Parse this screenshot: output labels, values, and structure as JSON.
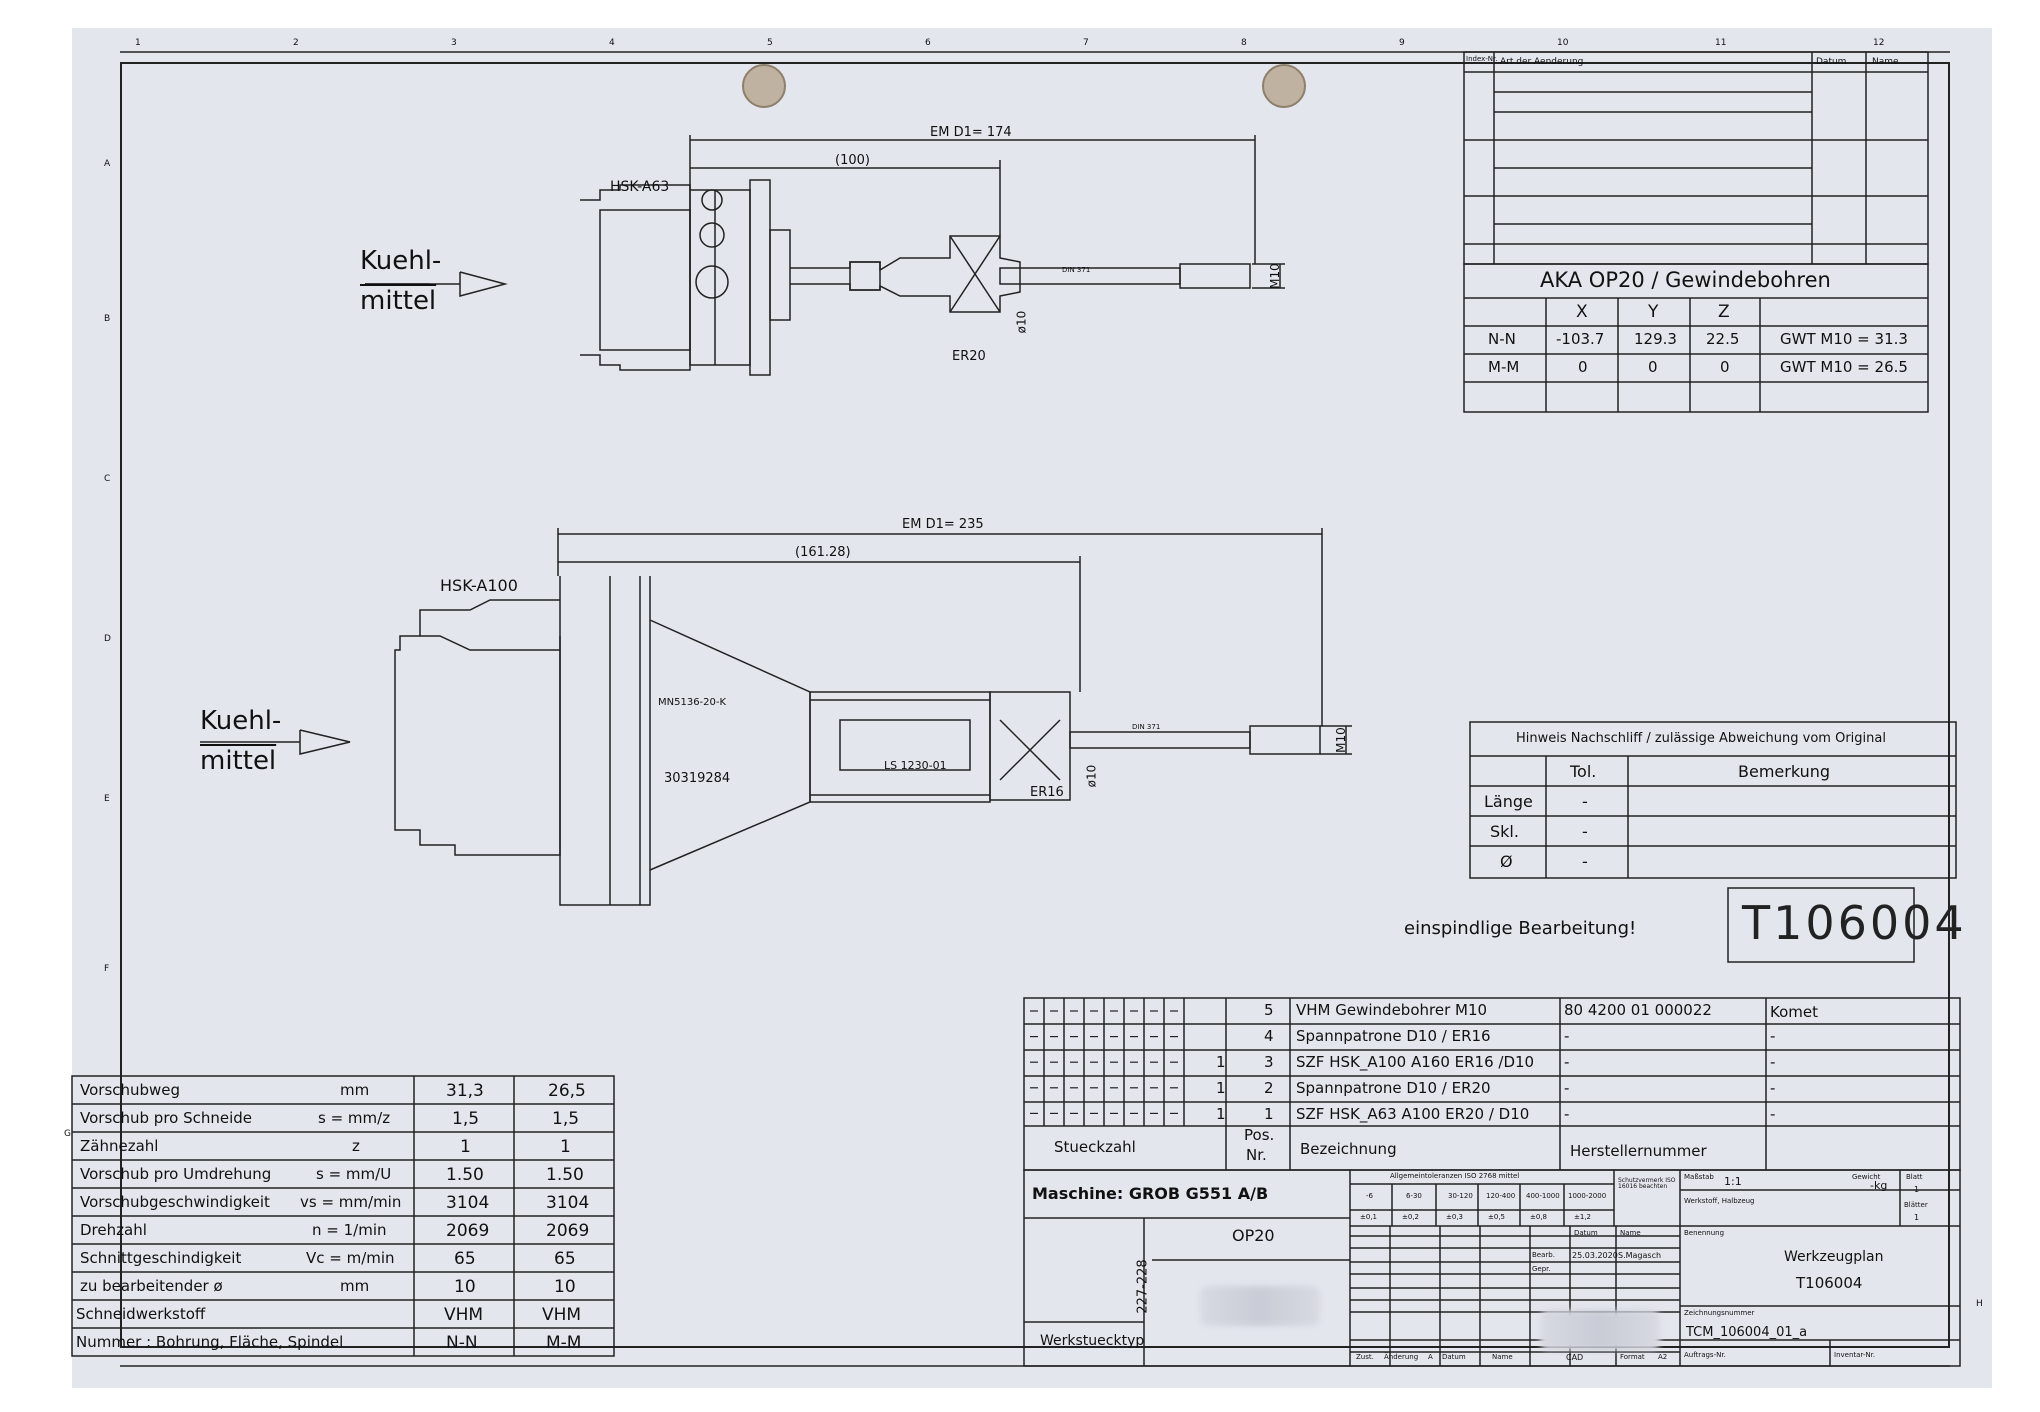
{
  "frame": {
    "top_numbers": [
      "1",
      "2",
      "3",
      "4",
      "5",
      "6",
      "7",
      "8",
      "9",
      "10",
      "11",
      "12"
    ],
    "side_letters": [
      "A",
      "B",
      "C",
      "D",
      "E",
      "F",
      "G",
      "H"
    ]
  },
  "drawing_top": {
    "dim_em": "EM D1= 174",
    "dim_gauge": "(100)",
    "holder": "HSK-A63",
    "coolant": [
      "Kuehl-",
      "mittel"
    ],
    "tool_label": "DIN 371",
    "thread": "M10",
    "shank": "ø10",
    "collet": "ER20"
  },
  "drawing_bottom": {
    "dim_em": "EM D1= 235",
    "dim_gauge": "(161.28)",
    "holder": "HSK-A100",
    "coolant": [
      "Kuehl-",
      "mittel"
    ],
    "part1": "MN5136-20-K",
    "part2": "LS 1230-01",
    "part3": "30319284",
    "tool_label": "DIN 371",
    "thread": "M10",
    "shank": "ø10",
    "collet": "ER16"
  },
  "revision": {
    "h_index": "Index-Nr.",
    "h_change": "Art der Aenderung",
    "h_date": "Datum",
    "h_name": "Name"
  },
  "aka": {
    "title": "AKA OP20 / Gewindebohren",
    "headers": [
      "X",
      "Y",
      "Z"
    ],
    "rows": [
      {
        "label": "N-N",
        "x": "-103.7",
        "y": "129.3",
        "z": "22.5",
        "note": "GWT M10 = 31.3"
      },
      {
        "label": "M-M",
        "x": "0",
        "y": "0",
        "z": "0",
        "note": "GWT M10 = 26.5"
      }
    ]
  },
  "grind": {
    "title": "Hinweis Nachschliff / zulässige Abweichung vom Original",
    "h_tol": "Tol.",
    "h_rem": "Bemerkung",
    "rows": [
      {
        "label": "Länge",
        "tol": "-"
      },
      {
        "label": "Skl.",
        "tol": "-"
      },
      {
        "label": "Ø",
        "tol": "-"
      }
    ]
  },
  "single_spindle": "einspindlige Bearbeitung!",
  "tool_id": "T106004",
  "parts": {
    "rows": [
      {
        "pos": "5",
        "qty": "",
        "desc": "VHM Gewindebohrer M10",
        "mfr_no": "80 4200 01 000022",
        "mfr": "Komet"
      },
      {
        "pos": "4",
        "qty": "",
        "desc": "Spannpatrone D10 / ER16",
        "mfr_no": "-",
        "mfr": "-"
      },
      {
        "pos": "3",
        "qty": "1",
        "desc": "SZF HSK_A100 A160 ER16 /D10",
        "mfr_no": "-",
        "mfr": "-"
      },
      {
        "pos": "2",
        "qty": "1",
        "desc": "Spannpatrone D10 / ER20",
        "mfr_no": "-",
        "mfr": "-"
      },
      {
        "pos": "1",
        "qty": "1",
        "desc": "SZF HSK_A63 A100 ER20 / D10",
        "mfr_no": "-",
        "mfr": "-"
      }
    ],
    "h_qty": "Stueckzahl",
    "h_pos": "Pos.",
    "h_nr": "Nr.",
    "h_desc": "Bezeichnung",
    "h_mfr": "Herstellernummer"
  },
  "cutting": {
    "rows": [
      {
        "label": "Vorschubweg",
        "unit": "mm",
        "v1": "31,3",
        "v2": "26,5"
      },
      {
        "label": "Vorschub pro Schneide",
        "unit": "s = mm/z",
        "v1": "1,5",
        "v2": "1,5"
      },
      {
        "label": "Zähnezahl",
        "unit": "z",
        "v1": "1",
        "v2": "1"
      },
      {
        "label": "Vorschub pro Umdrehung",
        "unit": "s = mm/U",
        "v1": "1.50",
        "v2": "1.50"
      },
      {
        "label": "Vorschubgeschwindigkeit",
        "unit": "vs = mm/min",
        "v1": "3104",
        "v2": "3104"
      },
      {
        "label": "Drehzahl",
        "unit": "n = 1/min",
        "v1": "2069",
        "v2": "2069"
      },
      {
        "label": "Schnittgeschindigkeit",
        "unit": "Vc = m/min",
        "v1": "65",
        "v2": "65"
      },
      {
        "label": "zu bearbeitender ø",
        "unit": "mm",
        "v1": "10",
        "v2": "10"
      },
      {
        "label": "Schneidwerkstoff",
        "unit": "",
        "v1": "VHM",
        "v2": "VHM"
      },
      {
        "label": "Nummer : Bohrung, Fläche, Spindel",
        "unit": "",
        "v1": "N-N",
        "v2": "M-M"
      }
    ]
  },
  "title_block": {
    "machine": "Maschine: GROB G551 A/B",
    "op": "OP20",
    "part_range": "227-228",
    "workpiece_type": "Werkstuecktyp",
    "tol_header": "Allgemeintoleranzen ISO 2768 mittel",
    "ranges": [
      "-6",
      "6-30",
      "30-120",
      "120-400",
      "400-1000",
      "1000-2000"
    ],
    "tols": [
      "±0,1",
      "±0,2",
      "±0,3",
      "±0,5",
      "±0,8",
      "±1,2"
    ],
    "surface": "Schutzvermerk ISO 16016 beachten",
    "scale_label": "Maßstab",
    "scale": "1:1",
    "weight_label": "Gewicht",
    "weight": "-kg",
    "sheet_label": "Blatt",
    "sheet": "1",
    "sheets_label": "Blätter",
    "sheets": "1",
    "material": "Werkstoff, Halbzeug",
    "date_label": "Datum",
    "name_label": "Name",
    "drawn_label": "Bearb.",
    "drawn_date": "25.03.2020",
    "drawn_name": "S.Magasch",
    "checked_label": "Gepr.",
    "designation_label": "Benennung",
    "designation": "Werkzeugplan",
    "designation_id": "T106004",
    "cad": "CAD",
    "format_label": "Format",
    "format": "A2",
    "drawing_no_label": "Zeichnungsnummer",
    "drawing_no": "TCM_106004_01_a",
    "order_label": "Auftrags-Nr.",
    "inventory_label": "Inventar-Nr.",
    "status_label": "Zust.",
    "change_label": "Änderung",
    "change_no": "A",
    "date2_label": "Datum",
    "name2_label": "Name"
  }
}
